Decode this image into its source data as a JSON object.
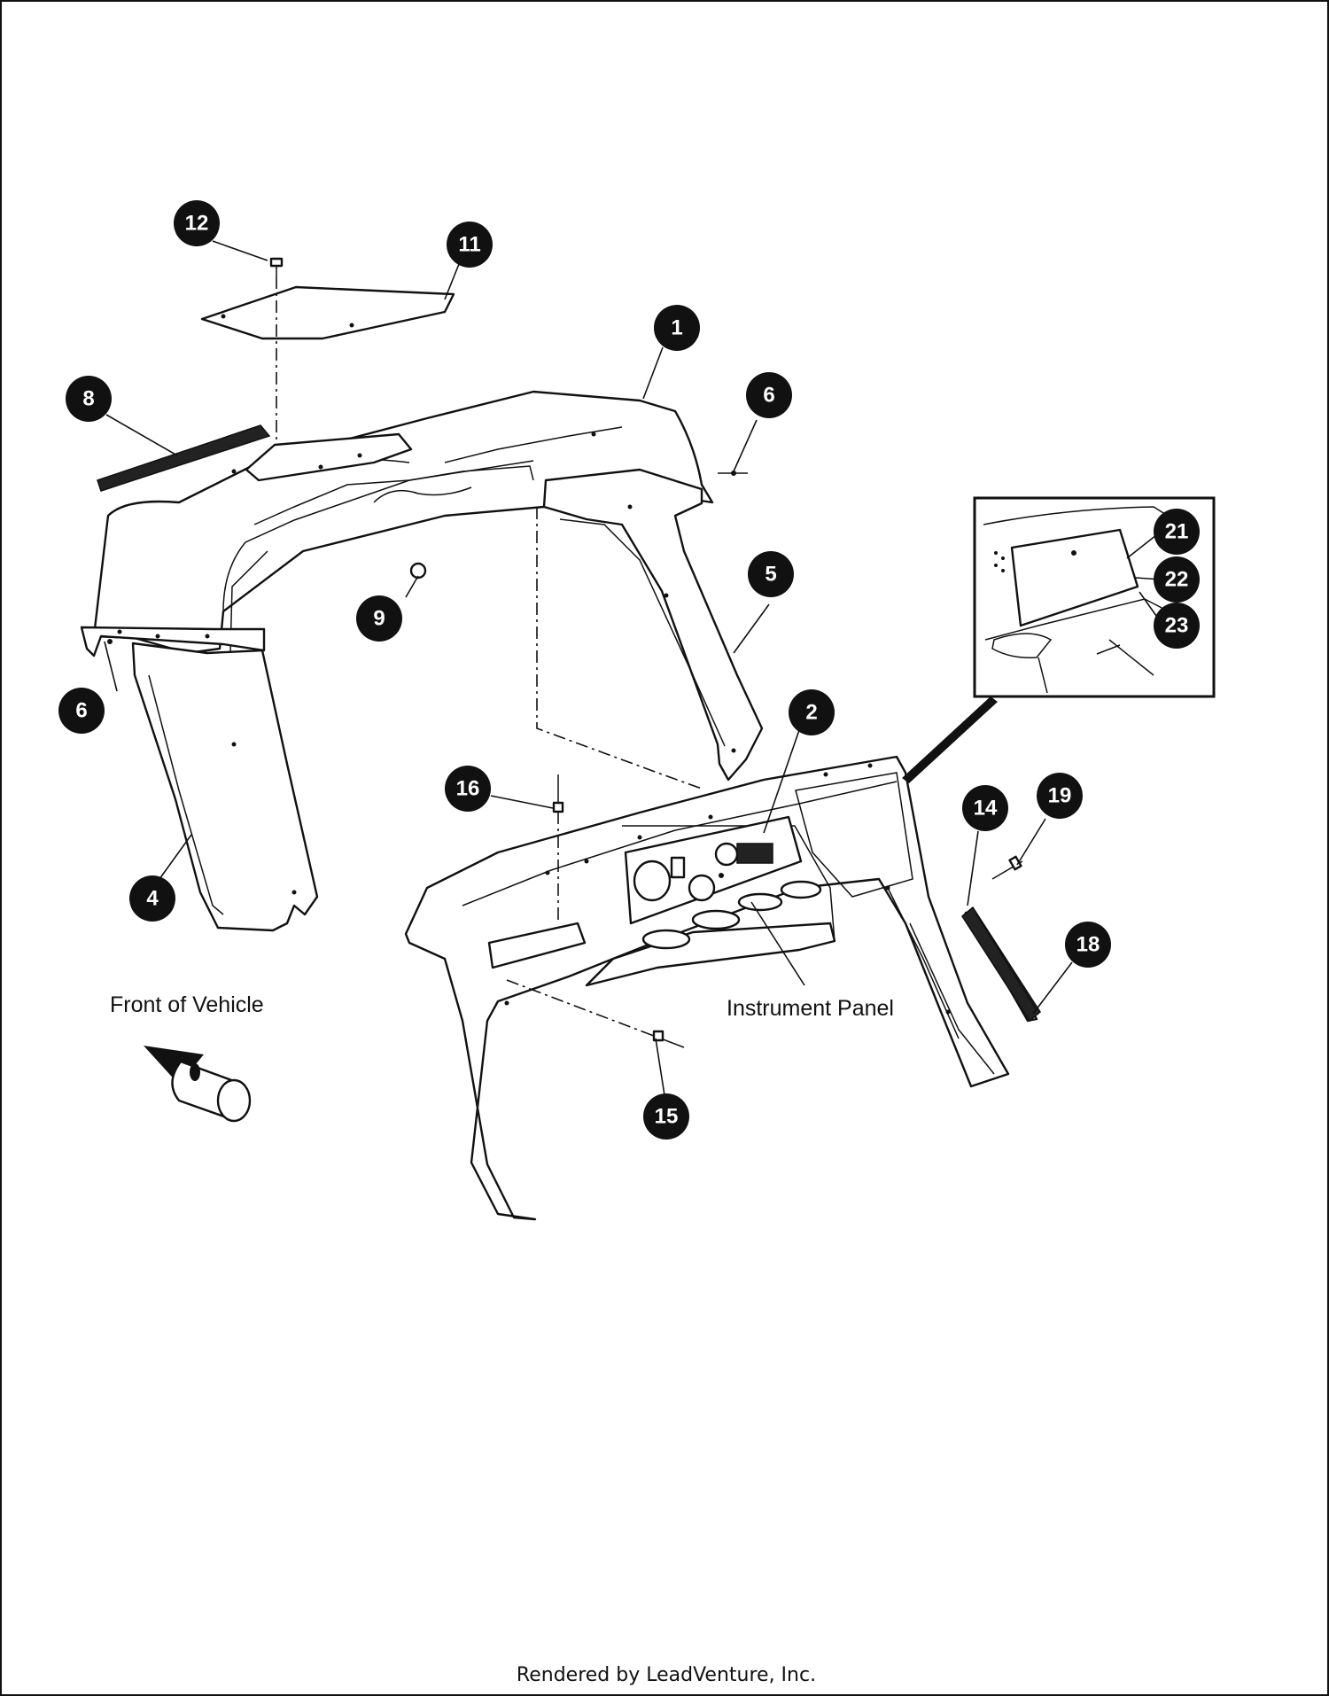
{
  "callouts": [
    {
      "id": "12",
      "label": "12"
    },
    {
      "id": "11",
      "label": "11"
    },
    {
      "id": "1",
      "label": "1"
    },
    {
      "id": "8",
      "label": "8"
    },
    {
      "id": "6a",
      "label": "6"
    },
    {
      "id": "6b",
      "label": "6"
    },
    {
      "id": "21",
      "label": "21"
    },
    {
      "id": "22",
      "label": "22"
    },
    {
      "id": "23",
      "label": "23"
    },
    {
      "id": "9",
      "label": "9"
    },
    {
      "id": "5",
      "label": "5"
    },
    {
      "id": "2",
      "label": "2"
    },
    {
      "id": "16",
      "label": "16"
    },
    {
      "id": "14",
      "label": "14"
    },
    {
      "id": "19",
      "label": "19"
    },
    {
      "id": "4",
      "label": "4"
    },
    {
      "id": "18",
      "label": "18"
    },
    {
      "id": "15",
      "label": "15"
    }
  ],
  "labels": {
    "front_of_vehicle": "Front of Vehicle",
    "instrument_panel": "Instrument Panel"
  },
  "footer": "Rendered by LeadVenture, Inc."
}
